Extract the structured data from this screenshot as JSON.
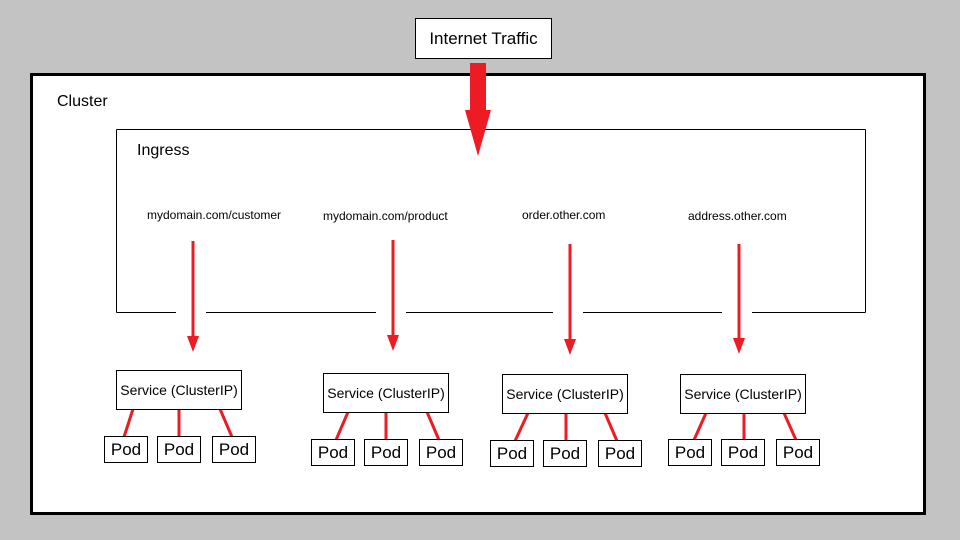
{
  "internet": {
    "label": "Internet Traffic"
  },
  "cluster": {
    "label": "Cluster"
  },
  "ingress": {
    "label": "Ingress"
  },
  "routes": [
    "mydomain.com/customer",
    "mydomain.com/product",
    "order.other.com",
    "address.other.com"
  ],
  "services": [
    {
      "label": "Service (ClusterIP)",
      "pods": [
        "Pod",
        "Pod",
        "Pod"
      ]
    },
    {
      "label": "Service (ClusterIP)",
      "pods": [
        "Pod",
        "Pod",
        "Pod"
      ]
    },
    {
      "label": "Service (ClusterIP)",
      "pods": [
        "Pod",
        "Pod",
        "Pod"
      ]
    },
    {
      "label": "Service (ClusterIP)",
      "pods": [
        "Pod",
        "Pod",
        "Pod"
      ]
    }
  ],
  "colors": {
    "arrow": "#ed1c24",
    "background": "#c3c3c3",
    "box": "#ffffff",
    "line": "#000000"
  }
}
